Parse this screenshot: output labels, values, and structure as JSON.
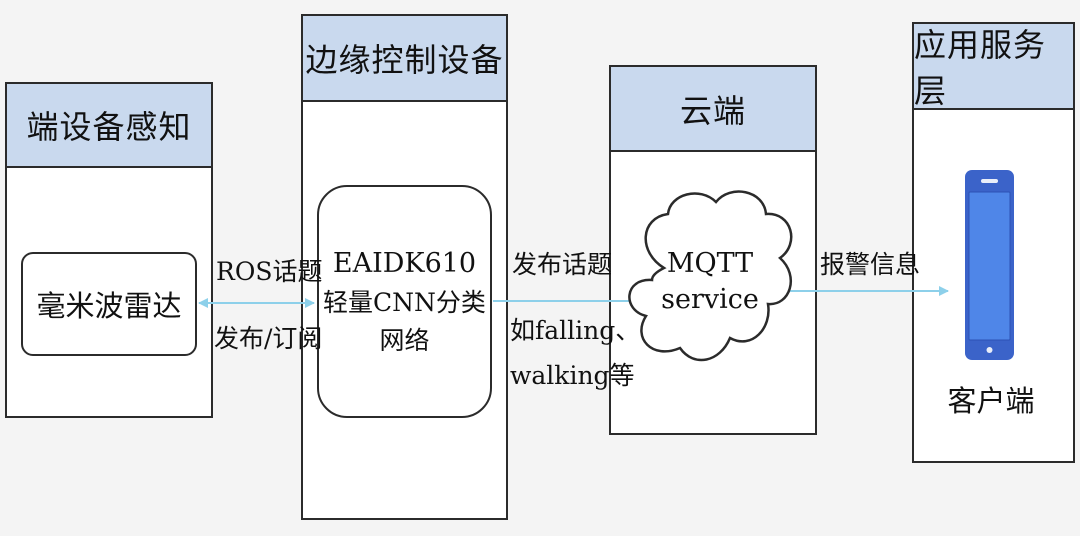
{
  "columns": {
    "sensing": {
      "title": "端设备感知",
      "device": "毫米波雷达"
    },
    "edge": {
      "title": "边缘控制设备",
      "device_line1": "EAIDK610",
      "device_line2": "轻量CNN分类网络"
    },
    "cloud": {
      "title": "云端",
      "service_line1": "MQTT",
      "service_line2": "service"
    },
    "app": {
      "title": "应用服务层",
      "client_label": "客户端"
    }
  },
  "links": {
    "ros": {
      "line1": "ROS话题",
      "line2": "发布/订阅"
    },
    "publish": {
      "line1": "发布话题",
      "line2": "如falling、",
      "line3": "walking等"
    },
    "alarm": {
      "line1": "报警信息"
    }
  },
  "colors": {
    "header_fill": "#c9d9ee",
    "arrow": "#8dd0ea",
    "phone_body": "#3b63c9",
    "phone_screen": "#4f86e8"
  },
  "icons": {
    "phone": "smartphone-icon",
    "cloud": "cloud-shape"
  }
}
